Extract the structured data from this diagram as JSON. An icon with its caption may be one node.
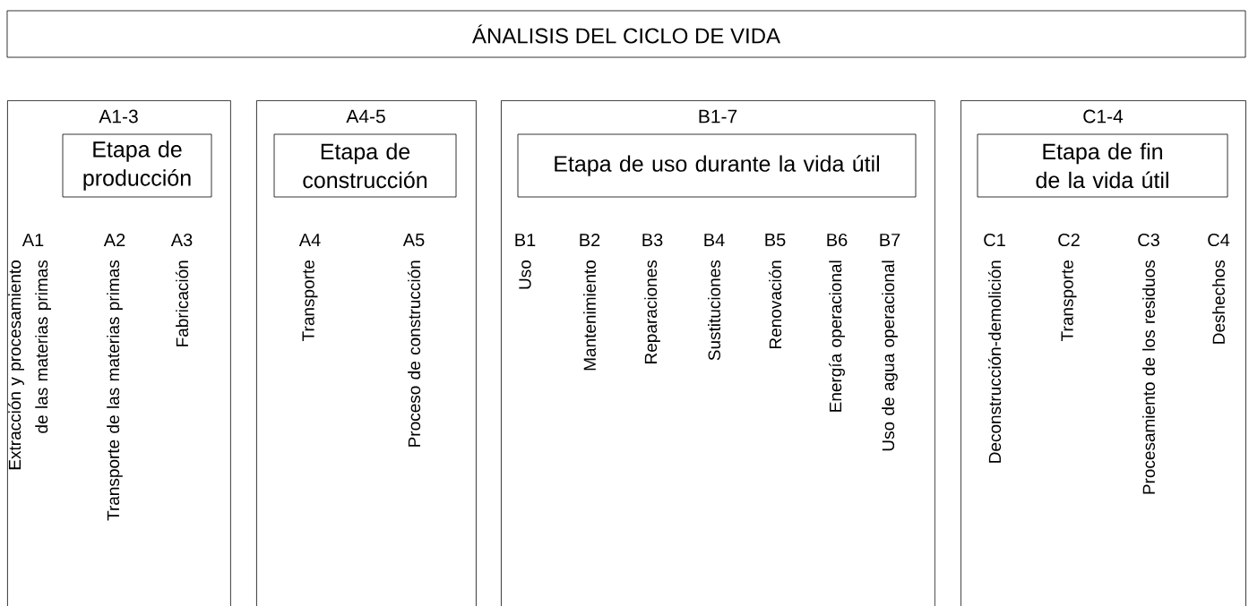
{
  "diagram": {
    "nodes": [
      {
        "text": [
          "ÁNALISIS DEL CICLO DE VIDA"
        ]
      },
      {
        "text": [
          "A1-3"
        ]
      },
      {
        "text": [
          "Etapa de producción"
        ],
        "in": 1
      },
      {
        "text": [
          "A4-5"
        ]
      },
      {
        "text": [
          "Etapa de construcción"
        ],
        "in": 3
      },
      {
        "text": [
          "B1-7"
        ]
      },
      {
        "text": [
          "Etapa de uso durante la vida útil"
        ],
        "in": 5
      },
      {
        "text": [
          "C1-4"
        ]
      },
      {
        "text": [
          "Etapa de fin de la vida útil"
        ],
        "in": 7
      }
    ],
    "labels": [
      "A1",
      "Extracción y procesamiento de las materias primas",
      "A2",
      "Transporte de las materias primas",
      "A3",
      "Fabricación",
      "A4",
      "Transporte",
      "A5",
      "Proceso de construcción",
      "B1",
      "Uso",
      "B2",
      "Mantenimiento",
      "B3",
      "Reparaciones",
      "B4",
      "Sustituciones",
      "B5",
      "Renovación",
      "B6",
      "Energía operacional",
      "B7",
      "Uso de agua operacional",
      "C1",
      "Deconstrucción-demolición",
      "C2",
      "Transporte",
      "C3",
      "Procesamiento de los residuos",
      "C4",
      "Deshechos"
    ]
  }
}
